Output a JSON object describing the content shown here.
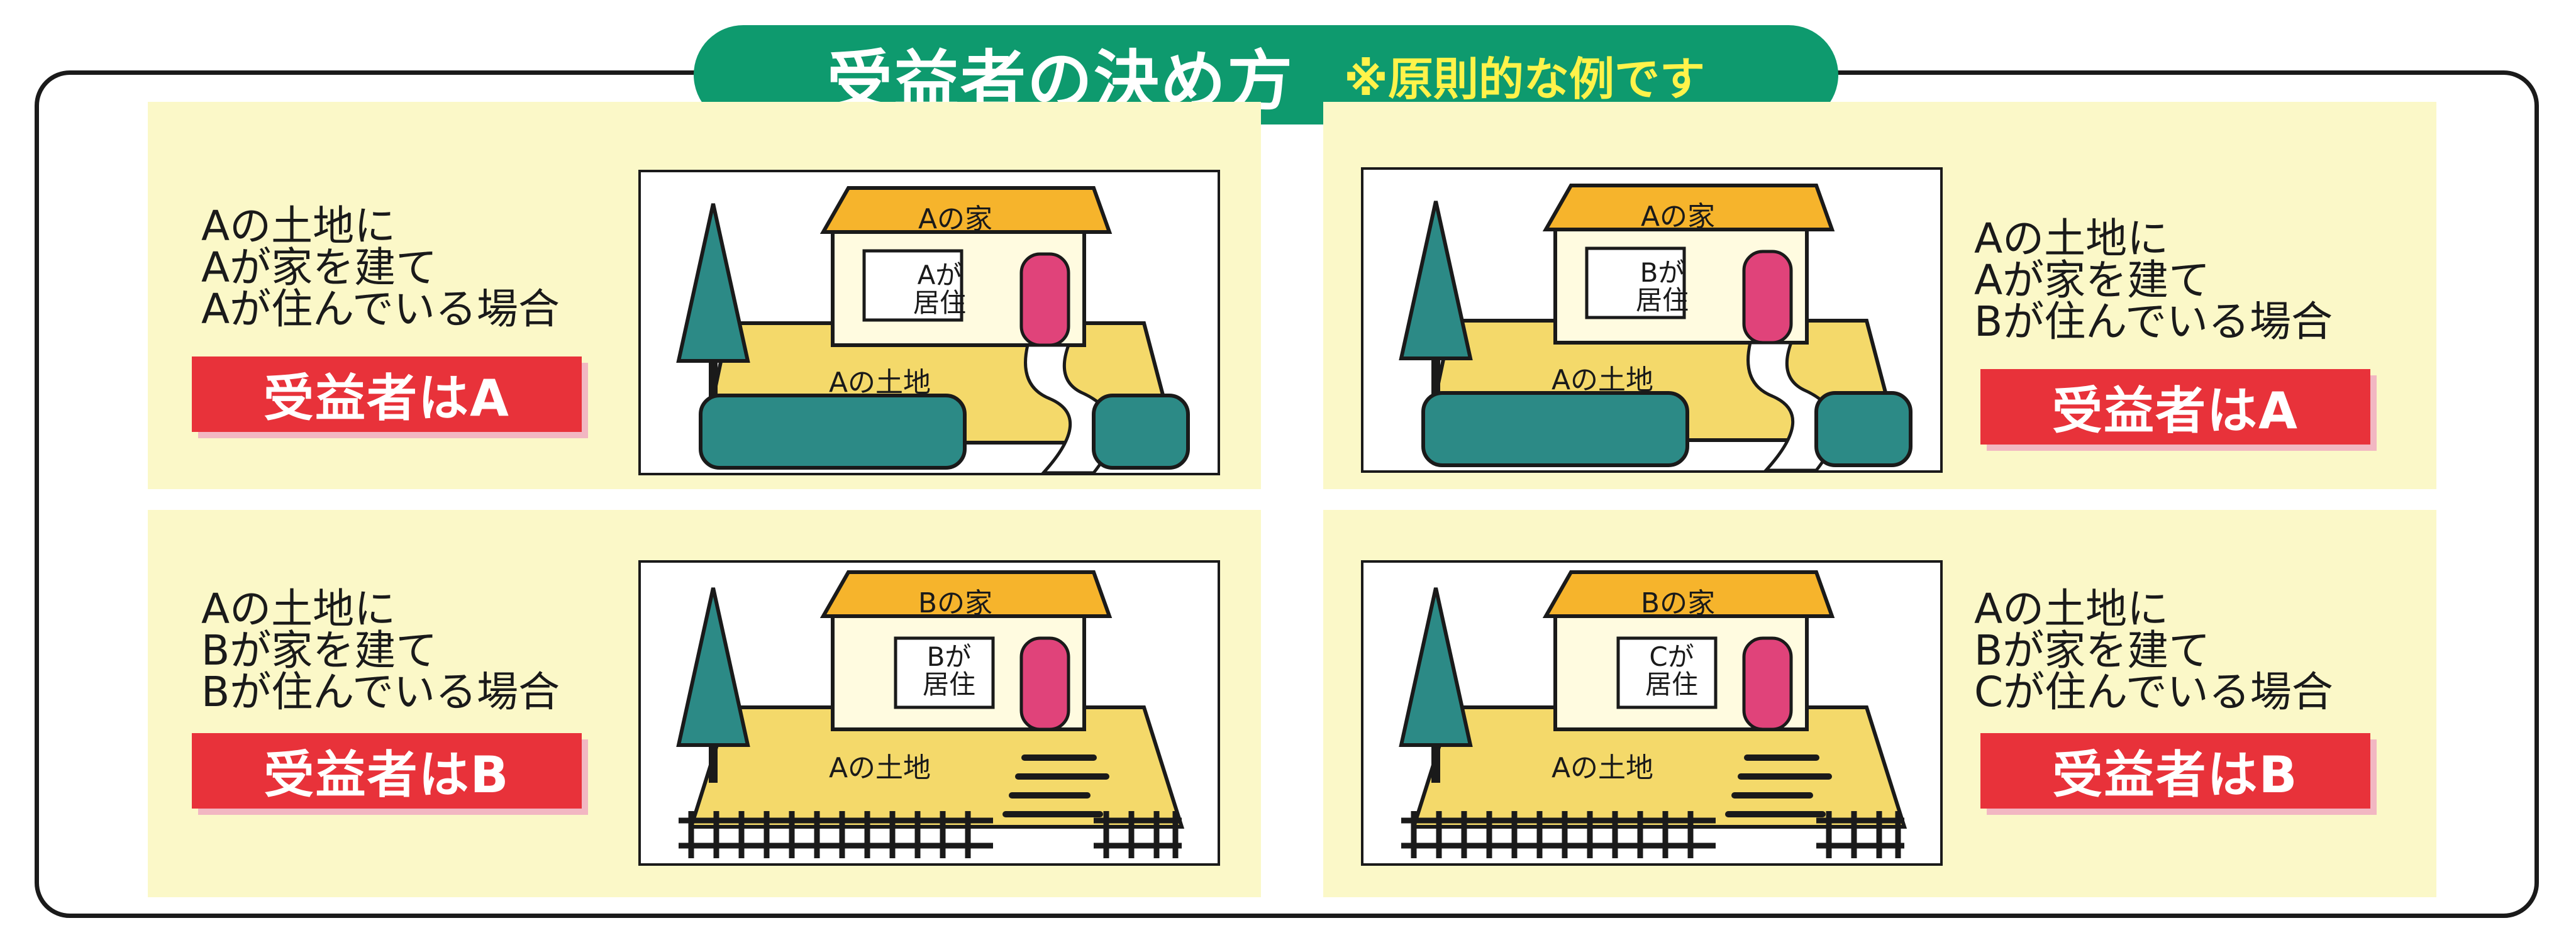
{
  "title": {
    "main": "受益者の決め方",
    "note": "※原則的な例です"
  },
  "colors": {
    "title_bg": "#0e9a6e",
    "note": "#fff34a",
    "panel_bg": "#fbf8c8",
    "badge_bg": "#e8323a",
    "roof": "#f6b42c",
    "lawn": "#f4d96a",
    "tree": "#2c8a86",
    "door": "#e0437a"
  },
  "panels": [
    {
      "lines": [
        "Aの土地に",
        "Aが家を建て",
        "Aが住んでいる場合"
      ],
      "badge": "受益者はA",
      "house_label": "Aの家",
      "resident": [
        "Aが",
        "居住"
      ],
      "land_label": "Aの土地"
    },
    {
      "lines": [
        "Aの土地に",
        "Aが家を建て",
        "Bが住んでいる場合"
      ],
      "badge": "受益者はA",
      "house_label": "Aの家",
      "resident": [
        "Bが",
        "居住"
      ],
      "land_label": "Aの土地"
    },
    {
      "lines": [
        "Aの土地に",
        "Bが家を建て",
        "Bが住んでいる場合"
      ],
      "badge": "受益者はB",
      "house_label": "Bの家",
      "resident": [
        "Bが",
        "居住"
      ],
      "land_label": "Aの土地"
    },
    {
      "lines": [
        "Aの土地に",
        "Bが家を建て",
        "Cが住んでいる場合"
      ],
      "badge": "受益者はB",
      "house_label": "Bの家",
      "resident": [
        "Cが",
        "居住"
      ],
      "land_label": "Aの土地"
    }
  ]
}
